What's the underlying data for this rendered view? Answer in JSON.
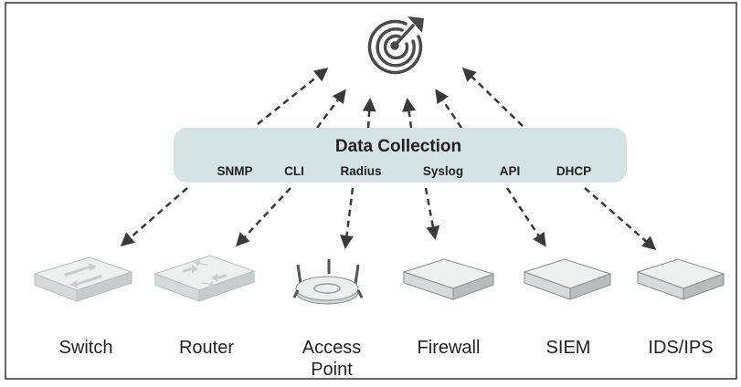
{
  "diagram": {
    "panel": {
      "title": "Data Collection"
    },
    "protocols": [
      {
        "label": "SNMP"
      },
      {
        "label": "CLI"
      },
      {
        "label": "Radius"
      },
      {
        "label": "Syslog"
      },
      {
        "label": "API"
      },
      {
        "label": "DHCP"
      }
    ],
    "devices": [
      {
        "label": "Switch",
        "icon": "switch-icon"
      },
      {
        "label": "Router",
        "icon": "router-icon"
      },
      {
        "label": "Access Point",
        "line1": "Access",
        "line2": "Point",
        "icon": "access-point-icon"
      },
      {
        "label": "Firewall",
        "icon": "firewall-icon"
      },
      {
        "label": "SIEM",
        "icon": "siem-icon"
      },
      {
        "label": "IDS/IPS",
        "icon": "ids-ips-icon"
      }
    ],
    "hub_icon": "radar-icon",
    "colors": {
      "panel_fill": "#d6e3e4",
      "arrow": "#3a3a3a",
      "text": "#222222",
      "frame": "#333333",
      "device_light": "#e9ecec",
      "device_dark": "#cfd3d4"
    }
  }
}
